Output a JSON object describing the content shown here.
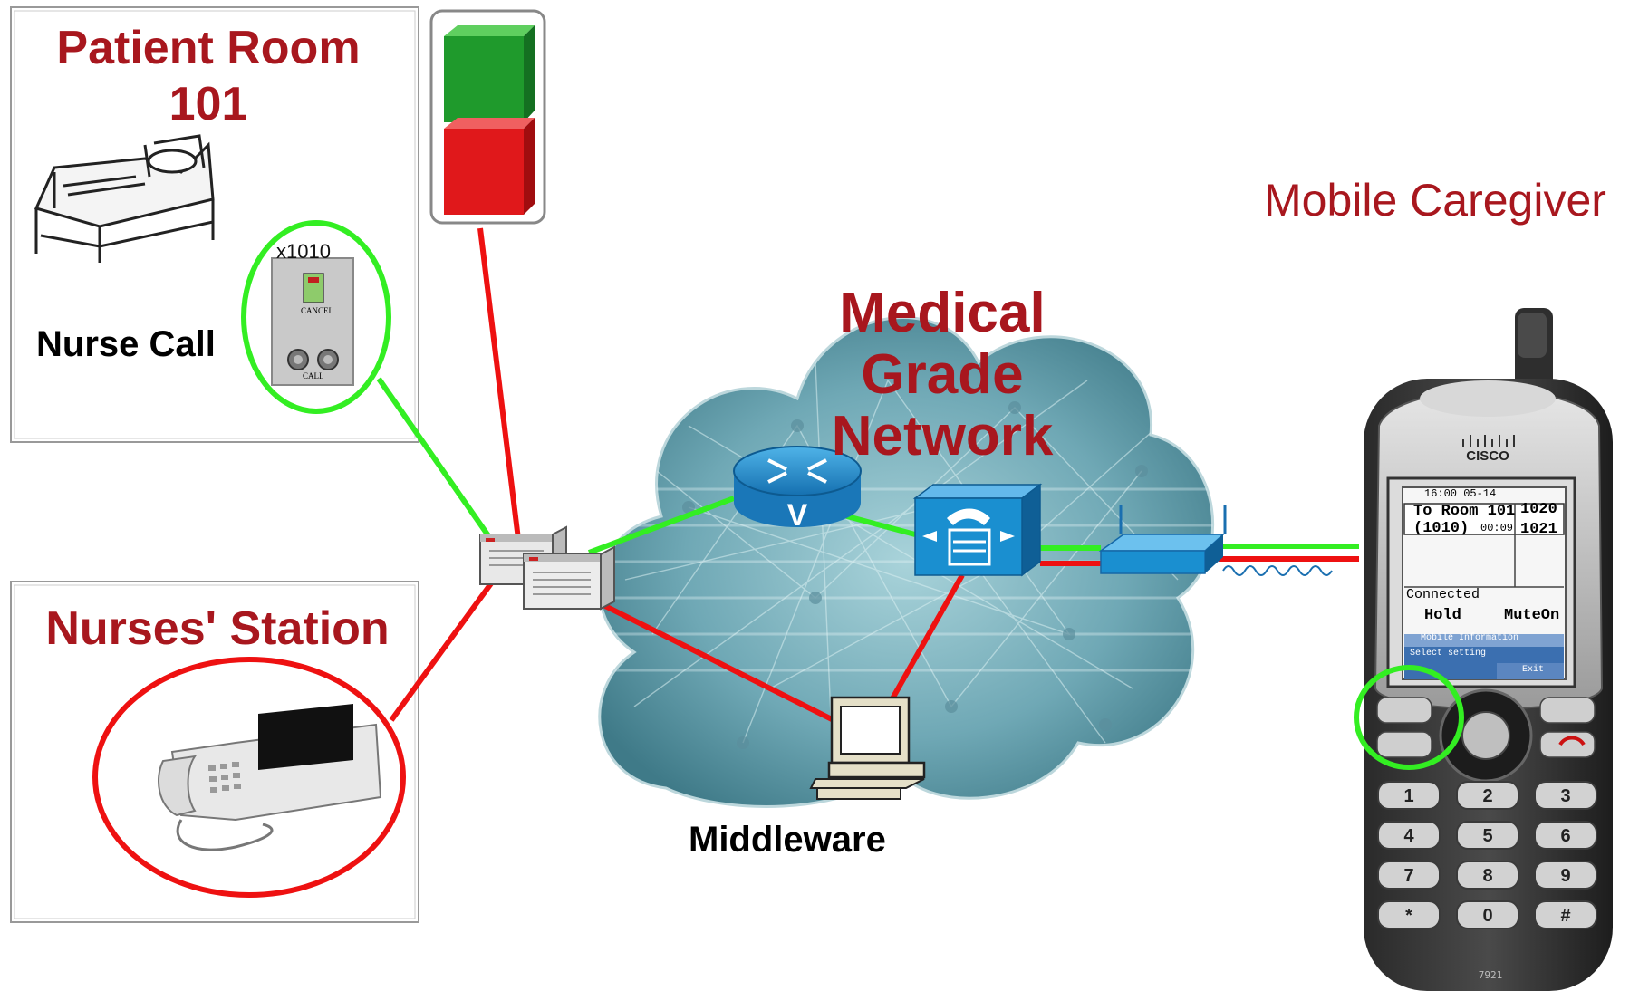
{
  "patient_room": {
    "title_line1": "Patient Room",
    "title_line2": "101"
  },
  "nurse_call": {
    "label": "Nurse Call",
    "extension": "x1010",
    "panel_cancel": "CANCEL",
    "panel_call": "CALL"
  },
  "nurses_station": {
    "title": "Nurses' Station"
  },
  "network": {
    "line1": "Medical",
    "line2": "Grade",
    "line3": "Network"
  },
  "middleware": {
    "label": "Middleware"
  },
  "mobile": {
    "title": "Mobile Caregiver",
    "brand": "CISCO",
    "model": "7921",
    "screen": {
      "status": "16:00  05-14",
      "call_to": "To Room 101",
      "call_ext": "(1010)",
      "call_time": "00:09",
      "line1": "1020",
      "line2": "1021",
      "state": "Connected",
      "softkey_left": "Hold",
      "softkey_right": "MuteOn",
      "menu_title": "Mobile Information",
      "menu_item": "Select setting",
      "menu_exit": "Exit"
    },
    "keys": [
      "1",
      "2",
      "3",
      "4",
      "5",
      "6",
      "7",
      "8",
      "9",
      "*",
      "0",
      "#"
    ]
  },
  "colors": {
    "title_red": "#a8171e",
    "link_green": "#33ee22",
    "link_red": "#ee1111",
    "icon_blue": "#1a8fd0"
  }
}
